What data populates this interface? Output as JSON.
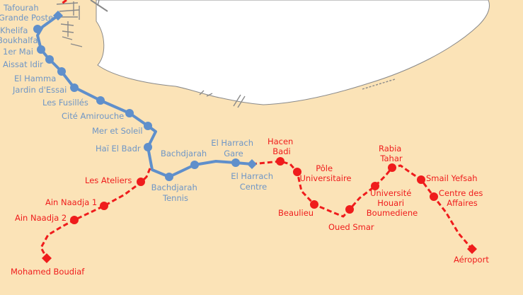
{
  "colors": {
    "land": "#fbe3b7",
    "sea": "#ffffff",
    "coast": "#8a8a8a",
    "metro_line": "#5f8fcb",
    "extension_line": "#ef1c1c",
    "metro_label": "#6f96c6",
    "extension_label": "#ef1c1c"
  },
  "lines": {
    "metro": {
      "name": "",
      "style": "solid",
      "color": "#5f8fcb"
    },
    "extension": {
      "name": "",
      "style": "dashed",
      "color": "#ef1c1c"
    }
  },
  "stations": {
    "tafourah_grande_poste": {
      "lines": [
        "Tafourah",
        "Grande Poste"
      ]
    },
    "khelifa_boukhalfa": {
      "lines": [
        "Khelifa",
        "Boukhalfa"
      ]
    },
    "1er_mai": {
      "lines": [
        "1er Mai"
      ]
    },
    "aissat_idir": {
      "lines": [
        "Aissat Idir"
      ]
    },
    "el_hamma": {
      "lines": [
        "El Hamma"
      ]
    },
    "jardin_d_essai": {
      "lines": [
        "Jardin d'Essai"
      ]
    },
    "les_fusilles": {
      "lines": [
        "Les Fusillés"
      ]
    },
    "cite_amirouche": {
      "lines": [
        "Cité Amirouche"
      ]
    },
    "mer_et_soleil": {
      "lines": [
        "Mer et Soleil"
      ]
    },
    "hai_el_badr": {
      "lines": [
        "Haï El Badr"
      ]
    },
    "bachdjarah_tennis": {
      "lines": [
        "Bachdjarah",
        "Tennis"
      ]
    },
    "bachdjarah": {
      "lines": [
        "Bachdjarah"
      ]
    },
    "el_harrach_gare": {
      "lines": [
        "El Harrach",
        "Gare"
      ]
    },
    "el_harrach_centre": {
      "lines": [
        "El Harrach",
        "Centre"
      ]
    },
    "les_ateliers": {
      "lines": [
        "Les Ateliers"
      ]
    },
    "ain_naadja_1": {
      "lines": [
        "Ain Naadja 1"
      ]
    },
    "ain_naadja_2": {
      "lines": [
        "Ain Naadja 2"
      ]
    },
    "mohamed_boudiaf": {
      "lines": [
        "Mohamed Boudiaf"
      ]
    },
    "hacen_badi": {
      "lines": [
        "Hacen",
        "Badi"
      ]
    },
    "pole_universitaire": {
      "lines": [
        "Pôle",
        "Universitaire"
      ]
    },
    "beaulieu": {
      "lines": [
        "Beaulieu"
      ]
    },
    "oued_smar": {
      "lines": [
        "Oued Smar"
      ]
    },
    "universite_houari_boumediene": {
      "lines": [
        "Université",
        "Houari",
        "Boumediene"
      ]
    },
    "rabia_tahar": {
      "lines": [
        "Rabia",
        "Tahar"
      ]
    },
    "smail_yefsah": {
      "lines": [
        "Smail Yefsah"
      ]
    },
    "centre_des_affaires": {
      "lines": [
        "Centre des",
        "Affaires"
      ]
    },
    "aeroport": {
      "lines": [
        "Aéroport"
      ]
    }
  }
}
